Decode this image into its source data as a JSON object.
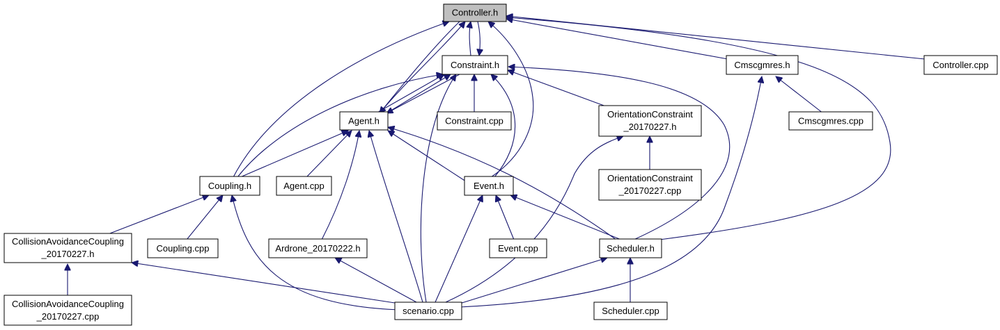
{
  "colors": {
    "edge": "#191970",
    "root_fill": "#bfbfbf",
    "node_fill": "#ffffff",
    "border": "#000000"
  },
  "nodes": {
    "controller_h": {
      "lines": [
        "Controller.h"
      ]
    },
    "constraint_h": {
      "lines": [
        "Constraint.h"
      ]
    },
    "cmscgmres_h": {
      "lines": [
        "Cmscgmres.h"
      ]
    },
    "controller_cpp": {
      "lines": [
        "Controller.cpp"
      ]
    },
    "agent_h": {
      "lines": [
        "Agent.h"
      ]
    },
    "constraint_cpp": {
      "lines": [
        "Constraint.cpp"
      ]
    },
    "orientation_h": {
      "lines": [
        "OrientationConstraint",
        "_20170227.h"
      ]
    },
    "cmscgmres_cpp": {
      "lines": [
        "Cmscgmres.cpp"
      ]
    },
    "coupling_h": {
      "lines": [
        "Coupling.h"
      ]
    },
    "agent_cpp": {
      "lines": [
        "Agent.cpp"
      ]
    },
    "event_h": {
      "lines": [
        "Event.h"
      ]
    },
    "orientation_cpp": {
      "lines": [
        "OrientationConstraint",
        "_20170227.cpp"
      ]
    },
    "collision_h": {
      "lines": [
        "CollisionAvoidanceCoupling",
        "_20170227.h"
      ]
    },
    "coupling_cpp": {
      "lines": [
        "Coupling.cpp"
      ]
    },
    "ardrone_h": {
      "lines": [
        "Ardrone_20170222.h"
      ]
    },
    "event_cpp": {
      "lines": [
        "Event.cpp"
      ]
    },
    "scheduler_h": {
      "lines": [
        "Scheduler.h"
      ]
    },
    "collision_cpp": {
      "lines": [
        "CollisionAvoidanceCoupling",
        "_20170227.cpp"
      ]
    },
    "scenario_cpp": {
      "lines": [
        "scenario.cpp"
      ]
    },
    "scheduler_cpp": {
      "lines": [
        "Scheduler.cpp"
      ]
    }
  }
}
